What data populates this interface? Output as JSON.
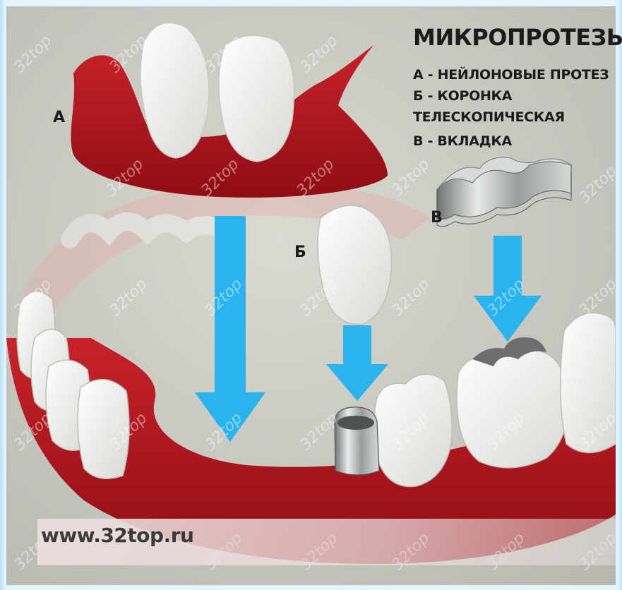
{
  "diagram": {
    "title": "МИКРОПРОТЕЗЫ",
    "legend": [
      "А - НЕЙЛОНОВЫЕ ПРОТЕЗ",
      "Б - КОРОНКА",
      "ТЕЛЕСКОПИЧЕСКАЯ",
      "В - ВКЛАДКА"
    ],
    "callouts": {
      "a": "А",
      "b": "Б",
      "v": "В"
    },
    "watermark_text": "32top",
    "website": "www.32top.ru"
  },
  "colors": {
    "gum": "#b3141c",
    "gum_dark": "#7a0b10",
    "tooth": "#f6f6f3",
    "arrow": "#29b3ef",
    "metal": "#b9bcbd",
    "background": "#c9cbc3",
    "frame": "#e3f4fd"
  }
}
